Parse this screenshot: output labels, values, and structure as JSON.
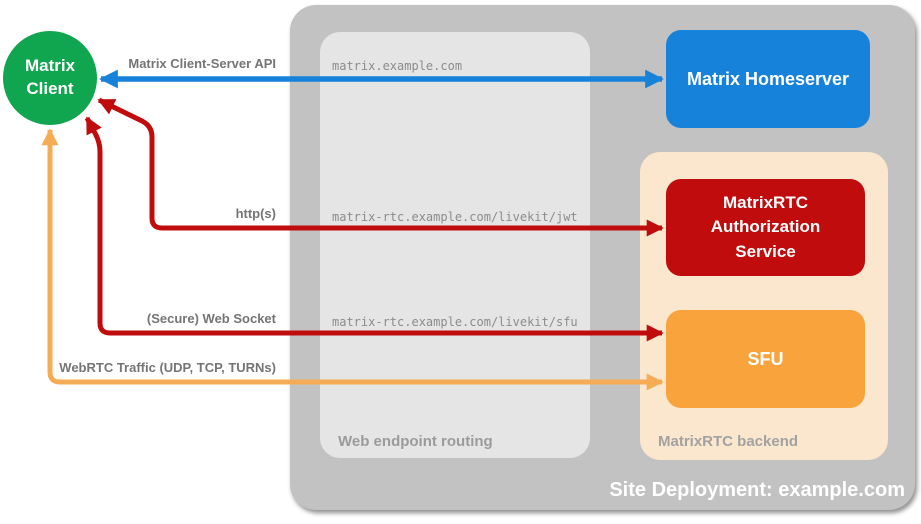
{
  "title": "Site Deployment: example.com",
  "client": {
    "label": "Matrix Client"
  },
  "homeserver": {
    "label": "Matrix Homeserver"
  },
  "routing": {
    "label": "Web endpoint routing",
    "endpoints": [
      "matrix.example.com",
      "matrix-rtc.example.com/livekit/jwt",
      "matrix-rtc.example.com/livekit/sfu"
    ]
  },
  "backend": {
    "label": "MatrixRTC backend",
    "auth_label": "MatrixRTC Authorization Service",
    "sfu_label": "SFU"
  },
  "connections": [
    {
      "label": "Matrix Client-Server API",
      "color": "#1782D9",
      "from": "Matrix Client",
      "to": "Matrix Homeserver"
    },
    {
      "label": "http(s)",
      "color": "#C00C0C",
      "from": "Matrix Client",
      "to": "MatrixRTC Authorization Service"
    },
    {
      "label": "(Secure) Web Socket",
      "color": "#C00C0C",
      "from": "Matrix Client",
      "to": "SFU"
    },
    {
      "label": "WebRTC Traffic (UDP, TCP, TURNs)",
      "color": "#F6AC55",
      "from": "Matrix Client",
      "to": "SFU"
    }
  ],
  "colors": {
    "client_green": "#10A54F",
    "homeserver_blue": "#1782D9",
    "auth_red": "#C00C0C",
    "sfu_orange": "#F9A33C",
    "webrtc_arrow_orange": "#F6AC55",
    "site_container_gray": "#C2C2C2",
    "routing_box_gray": "#E5E5E5",
    "backend_box_peach": "#FBE6CE"
  }
}
